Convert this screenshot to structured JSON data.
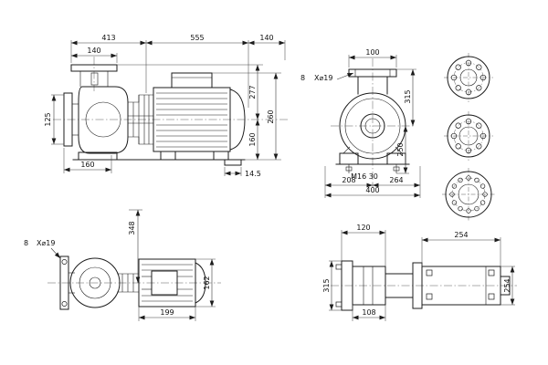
{
  "drawing": {
    "background": "#ffffff",
    "line_color": "#1c1c1c",
    "side_view": {
      "d_413": "413",
      "d_555": "555",
      "d_140_right": "140",
      "d_140_flange": "140",
      "d_125": "125",
      "d_160_bottom": "160",
      "d_277": "277",
      "d_160_right": "160",
      "d_260": "260",
      "d_14_5": "14.5"
    },
    "front_view": {
      "d_100": "100",
      "bolt_count": "8",
      "bolt_dia": "X⌀19",
      "d_315": "315",
      "d_250": "250",
      "anchor": "M16 30",
      "d_208": "208",
      "d_264": "264",
      "d_400": "400"
    },
    "plan_view": {
      "bolt_count": "8",
      "bolt_dia": "X⌀19",
      "d_348": "348",
      "d_199": "199",
      "d_162": "162"
    },
    "shaft_view": {
      "d_120": "120",
      "d_254_top": "254",
      "d_315": "315",
      "d_108": "108",
      "d_254_right": "254"
    }
  }
}
